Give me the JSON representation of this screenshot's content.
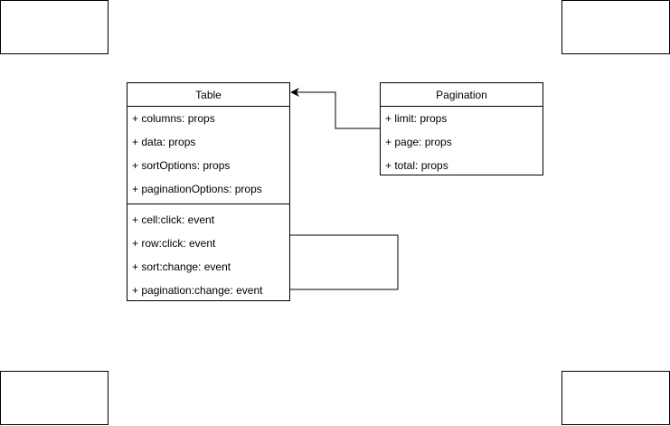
{
  "diagram": {
    "classes": {
      "table": {
        "name": "Table",
        "props": [
          "+ columns: props",
          "+ data: props",
          "+ sortOptions: props",
          "+ paginationOptions: props"
        ],
        "events": [
          "+ cell:click: event",
          "+ row:click: event",
          "+ sort:change: event",
          "+ pagination:change: event"
        ]
      },
      "pagination": {
        "name": "Pagination",
        "props": [
          "+ limit: props",
          "+ page: props",
          "+ total: props"
        ]
      }
    },
    "relations": [
      {
        "from": "Pagination",
        "to": "Table",
        "style": "arrow"
      },
      {
        "from": "Table.row:click",
        "to": "Table.pagination:change",
        "style": "line"
      }
    ],
    "colors": {
      "stroke": "#000000",
      "fill": "#ffffff"
    }
  }
}
